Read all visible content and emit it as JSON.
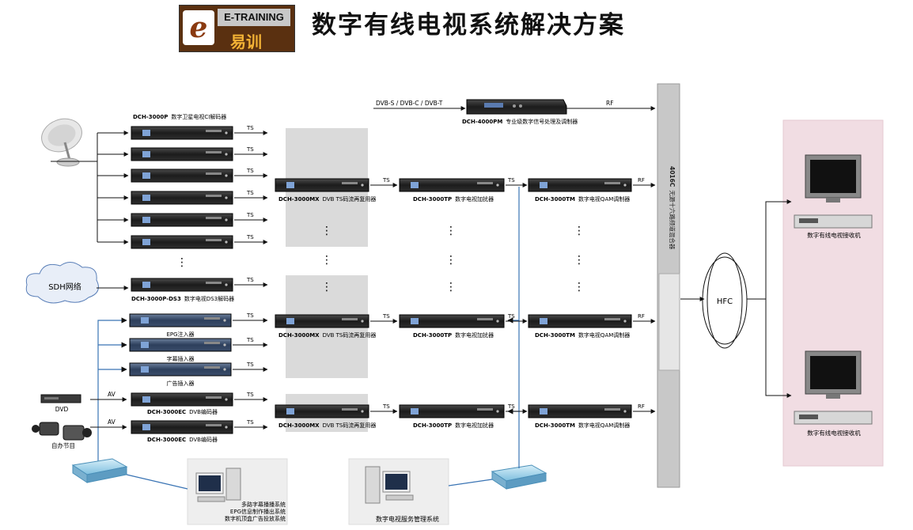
{
  "logo": {
    "mark": "e",
    "brand": "E-TRAINING",
    "cn": "易训"
  },
  "title": "数字有线电视系统解决方案",
  "inputs": {
    "top_signal": "DVB-S / DVB-C / DVB-T",
    "rf": "RF",
    "ts": "TS",
    "av": "AV",
    "hfc": "HFC",
    "sdh": "SDH网络",
    "dvd": "DVD",
    "studio": "自办节目",
    "dots": "⋮"
  },
  "devices": {
    "pm": {
      "model": "DCH-4000PM",
      "desc": "专业级数字信号处理及调制器"
    },
    "sat": {
      "model": "DCH-3000P",
      "desc": "数字卫星电视CI解码器"
    },
    "ds3": {
      "model": "DCH-3000P-DS3",
      "desc": "数字电视DS3解码器"
    },
    "epg": "EPG注入器",
    "subtitle": "字幕插入器",
    "ad": "广告插入器",
    "enc": {
      "model": "DCH-3000EC",
      "desc": "DVB编码器"
    },
    "mx": {
      "model": "DCH-3000MX",
      "desc": "DVB TS码流再复用器"
    },
    "tp": {
      "model": "DCH-3000TP",
      "desc": "数字电视加扰器"
    },
    "tm": {
      "model": "DCH-3000TM",
      "desc": "数字电视QAM调制器"
    },
    "combiner": {
      "model": "4016C",
      "desc": "无源十六路频道混合器"
    },
    "receiver": "数字有线电视接收机"
  },
  "systems": {
    "left": [
      "多路字幕播播系统",
      "EPG信息制作播出系统",
      "数字机顶盒广告投放系统"
    ],
    "right": "数字电视服务管理系统"
  }
}
